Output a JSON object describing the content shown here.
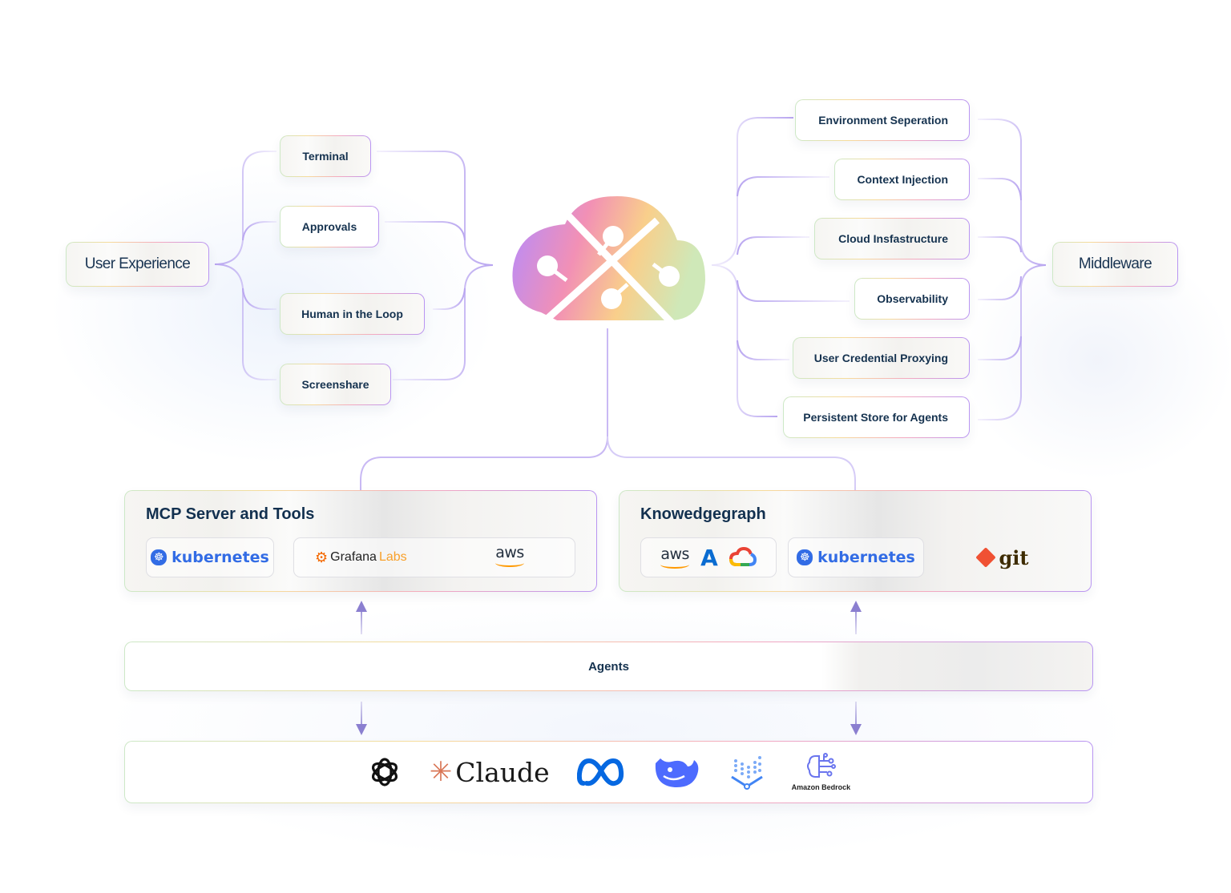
{
  "diagram": {
    "center_logo": "cloud-puzzle-logo",
    "left_group": {
      "label": "User Experience",
      "items": [
        "Terminal",
        "Approvals",
        "Human in the Loop",
        "Screenshare"
      ]
    },
    "right_group": {
      "label": "Middleware",
      "items": [
        "Environment Seperation",
        "Context Injection",
        "Cloud Insfastructure",
        "Observability",
        "User Credential Proxying",
        "Persistent Store for Agents"
      ]
    },
    "mcp_panel": {
      "title": "MCP Server and Tools",
      "logos": [
        {
          "icon": "kubernetes-icon",
          "label": "kubernetes"
        },
        {
          "icon": "grafana-icon",
          "label": "Grafana",
          "suffix": "Labs"
        },
        {
          "icon": "aws-icon",
          "label": "aws"
        }
      ]
    },
    "knowledge_panel": {
      "title": "Knowedgegraph",
      "logos": [
        {
          "icon": "aws-icon",
          "label": "aws"
        },
        {
          "icon": "azure-icon",
          "label": "A"
        },
        {
          "icon": "google-cloud-icon",
          "label": ""
        },
        {
          "icon": "kubernetes-icon",
          "label": "kubernetes"
        },
        {
          "icon": "git-icon",
          "label": "git"
        }
      ]
    },
    "agents": {
      "label": "Agents"
    },
    "models": [
      {
        "icon": "openai-icon",
        "label": ""
      },
      {
        "icon": "claude-icon",
        "label": "Claude"
      },
      {
        "icon": "meta-icon",
        "label": ""
      },
      {
        "icon": "deepseek-icon",
        "label": ""
      },
      {
        "icon": "vertex-ai-icon",
        "label": ""
      },
      {
        "icon": "amazon-bedrock-icon",
        "label": "Amazon Bedrock"
      }
    ],
    "colors": {
      "text": "#15324f",
      "connector": "#b9a6f0",
      "arrow": "#8b7fd0",
      "border_gradient": [
        "#cde8c7",
        "#f6dc9b",
        "#f4a9c0",
        "#b995f2"
      ],
      "kubernetes": "#326ce5",
      "grafana": "#f46800",
      "aws_orange": "#ff9900",
      "git": "#f05133",
      "claude": "#d97757",
      "meta": "#0668e1",
      "deepseek": "#4d6bfe"
    }
  }
}
